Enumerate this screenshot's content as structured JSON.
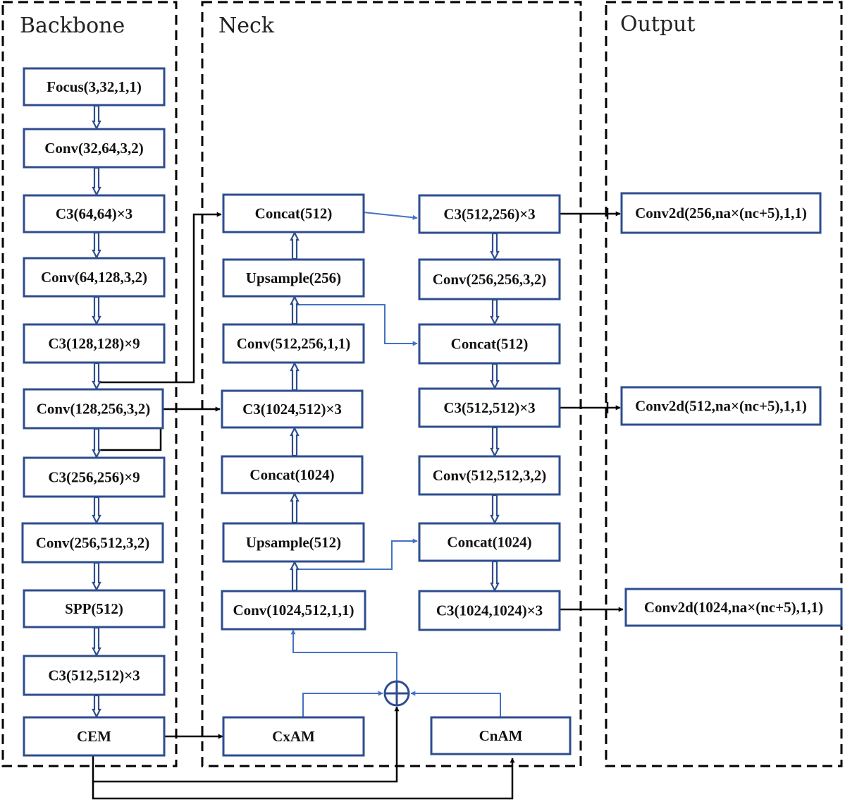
{
  "sections": {
    "backbone": "Backbone",
    "neck": "Neck",
    "output": "Output"
  },
  "backbone_nodes": [
    "Focus(3,32,1,1)",
    "Conv(32,64,3,2)",
    "C3(64,64)×3",
    "Conv(64,128,3,2)",
    "C3(128,128)×9",
    "Conv(128,256,3,2)",
    "C3(256,256)×9",
    "Conv(256,512,3,2)",
    "SPP(512)",
    "C3(512,512)×3",
    "CEM"
  ],
  "neck_left_nodes": [
    "Concat(512)",
    "Upsample(256)",
    "Conv(512,256,1,1)",
    "C3(1024,512)×3",
    "Concat(1024)",
    "Upsample(512)",
    "Conv(1024,512,1,1)"
  ],
  "neck_right_nodes": [
    "C3(512,256)×3",
    "Conv(256,256,3,2)",
    "Concat(512)",
    "C3(512,512)×3",
    "Conv(512,512,3,2)",
    "Concat(1024)",
    "C3(1024,1024)×3"
  ],
  "attention_nodes": {
    "cxam": "CxAM",
    "cnam": "CnAM"
  },
  "output_nodes": [
    "Conv2d(256,na×(nc+5),1,1)",
    "Conv2d(512,na×(nc+5),1,1)",
    "Conv2d(1024,na×(nc+5),1,1)"
  ],
  "colors": {
    "box_border": "#2e4d8f",
    "blue_arrow": "#4472c4",
    "black_arrow": "#000000"
  }
}
